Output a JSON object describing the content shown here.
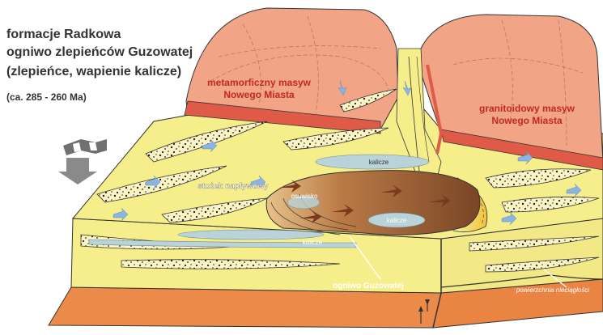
{
  "title": {
    "line1": "formacje Radkowa",
    "line2": "ogniwo zlepieńców Guzowatej",
    "line3": "(zlepieńce, wapienie kalicze)",
    "age": "(ca. 285 - 260 Ma)"
  },
  "labels": {
    "massif_left_1": "metamorficzny masyw",
    "massif_left_2": "Nowego Miasta",
    "massif_right_1": "granitoidowy masyw",
    "massif_right_2": "Nowego Miasta",
    "fan": "stożek napływowy",
    "landslide": "osuwisko",
    "calcrete_top": "kalicze",
    "calcrete_mid": "kalicze",
    "calcrete_low": "kalicze",
    "member": "ogniwo Guzowatej",
    "unconformity": "powierzchnia nieciągłości"
  },
  "colors": {
    "sediment": "#f6ee8a",
    "massif": "#f2a487",
    "massif_edge": "#e05a48",
    "basement": "#ec8a4a",
    "landslide": "#a8683a",
    "calcrete": "#b9d3d9",
    "flow_arrow": "#8cb4e0",
    "label_red": "#c0282a"
  },
  "icons": [
    "north-arrow-icon"
  ]
}
